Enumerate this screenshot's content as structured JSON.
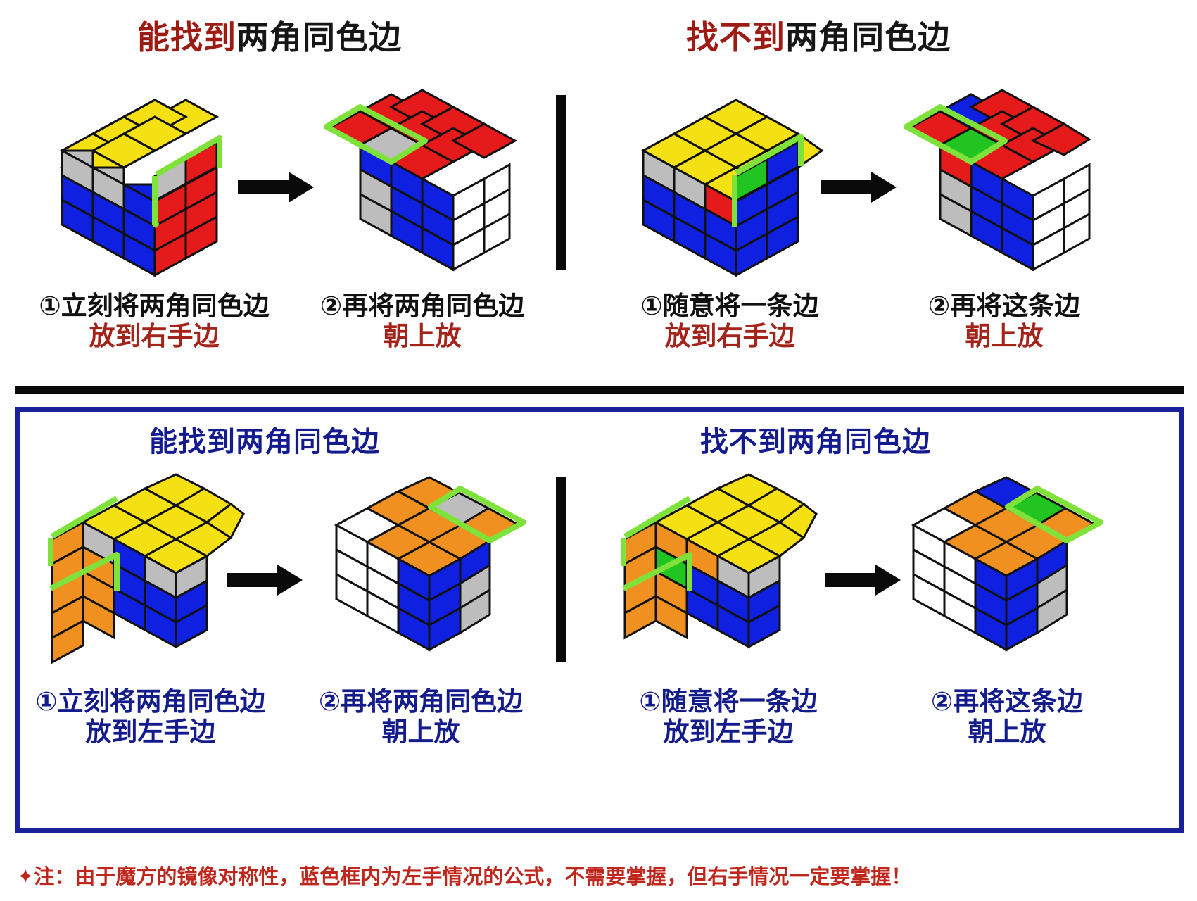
{
  "top_section": {
    "left_heading": {
      "highlight": "能找到",
      "rest": "两角同色边"
    },
    "right_heading": {
      "highlight": "找不到",
      "rest": "两角同色边"
    },
    "captions": [
      {
        "line1": "①立刻将两角同色边",
        "line2": "放到右手边"
      },
      {
        "line1": "②再将两角同色边",
        "line2": "朝上放"
      },
      {
        "line1": "①随意将一条边",
        "line2": "放到右手边"
      },
      {
        "line1": "②再将这条边",
        "line2": "朝上放"
      }
    ]
  },
  "bottom_section": {
    "left_heading": "能找到两角同色边",
    "right_heading": "找不到两角同色边",
    "captions": [
      {
        "line1": "①立刻将两角同色边",
        "line2": "放到左手边"
      },
      {
        "line1": "②再将两角同色边",
        "line2": "朝上放"
      },
      {
        "line1": "①随意将一条边",
        "line2": "放到左手边"
      },
      {
        "line1": "②再将这条边",
        "line2": "朝上放"
      }
    ]
  },
  "footer_note": "注：由于魔方的镜像对称性，蓝色框内为左手情况的公式，不需要掌握，但右手情况一定要掌握！",
  "colors": {
    "yellow": "#f5e014",
    "blue": "#1020e0",
    "red": "#e51a1a",
    "gray": "#bdbdbd",
    "white": "#fefefe",
    "orange": "#f09020",
    "green": "#22c422",
    "highlight_green": "#7ee23a",
    "heading_red": "#9e1b13",
    "heading_black": "#161616",
    "heading_blue": "#131b8f",
    "caption_red": "#a4231a",
    "box_blue": "#1a1f9c",
    "note_red": "#c0271c"
  },
  "cubes": {
    "r1c1": {
      "top": [
        "Y",
        "Y",
        "Y",
        "Y",
        "Y",
        "Y",
        "Y",
        "Y",
        "Y"
      ],
      "front": [
        "A",
        "A",
        "B",
        "B",
        "B",
        "B",
        "B",
        "B",
        "B"
      ],
      "right": [
        "R",
        "A",
        "R",
        "R",
        "R",
        "R",
        "R",
        "R",
        "R"
      ],
      "highlight": "right-top-edge"
    },
    "r1c2": {
      "top": [
        "R",
        "R",
        "R",
        "A",
        "R",
        "R",
        "R",
        "R",
        "R"
      ],
      "front": [
        "B",
        "B",
        "B",
        "A",
        "B",
        "B",
        "A",
        "B",
        "B"
      ],
      "right": [
        "W",
        "W",
        "W",
        "W",
        "W",
        "W",
        "W",
        "W",
        "W"
      ],
      "highlight": "top-left-column"
    },
    "r1c3": {
      "top": [
        "Y",
        "Y",
        "Y",
        "Y",
        "Y",
        "Y",
        "Y",
        "Y",
        "Y"
      ],
      "front": [
        "A",
        "A",
        "R",
        "B",
        "B",
        "B",
        "B",
        "B",
        "B"
      ],
      "right": [
        "G",
        "B",
        "B",
        "B",
        "B",
        "B",
        "B",
        "B",
        "B"
      ],
      "highlight": "right-top-edge"
    },
    "r1c4": {
      "top": [
        "R",
        "B",
        "R",
        "A",
        "G",
        "R",
        "R",
        "R",
        "R"
      ],
      "front": [
        "R",
        "B",
        "B",
        "A",
        "B",
        "B",
        "A",
        "B",
        "B"
      ],
      "right": [
        "W",
        "W",
        "W",
        "W",
        "W",
        "W",
        "W",
        "W",
        "W"
      ],
      "highlight": "top-left-column"
    },
    "r2c1": {
      "top": [
        "Y",
        "Y",
        "Y",
        "Y",
        "Y",
        "Y",
        "Y",
        "Y",
        "Y"
      ],
      "left": [
        "O",
        "A",
        "O",
        "O",
        "O",
        "O",
        "O",
        "O",
        "O"
      ],
      "front": [
        "B",
        "A",
        "A",
        "B",
        "B",
        "B",
        "B",
        "B",
        "B"
      ],
      "highlight": "left-top-edge"
    },
    "r2c2": {
      "top": [
        "W",
        "O",
        "O",
        "O",
        "O",
        "A",
        "O",
        "O",
        "O"
      ],
      "front": [
        "B",
        "B",
        "B",
        "B",
        "B",
        "A",
        "B",
        "B",
        "A"
      ],
      "left": [
        "W",
        "W",
        "W",
        "W",
        "W",
        "W",
        "W",
        "W",
        "W"
      ],
      "highlight": "top-right-column"
    },
    "r2c3": {
      "top": [
        "Y",
        "Y",
        "Y",
        "Y",
        "Y",
        "Y",
        "Y",
        "Y",
        "Y"
      ],
      "left": [
        "O",
        "O",
        "G",
        "O",
        "O",
        "O",
        "O",
        "O",
        "O"
      ],
      "front": [
        "O",
        "A",
        "A",
        "B",
        "B",
        "B",
        "B",
        "B",
        "B"
      ],
      "highlight": "left-top-edge"
    },
    "r2c4": {
      "top": [
        "O",
        "O",
        "B",
        "O",
        "G",
        "O",
        "O",
        "O",
        "O"
      ],
      "front": [
        "B",
        "B",
        "B",
        "B",
        "B",
        "A",
        "B",
        "B",
        "A"
      ],
      "left": [
        "W",
        "W",
        "W",
        "W",
        "W",
        "W",
        "W",
        "W",
        "W"
      ],
      "highlight": "top-right-column"
    }
  }
}
